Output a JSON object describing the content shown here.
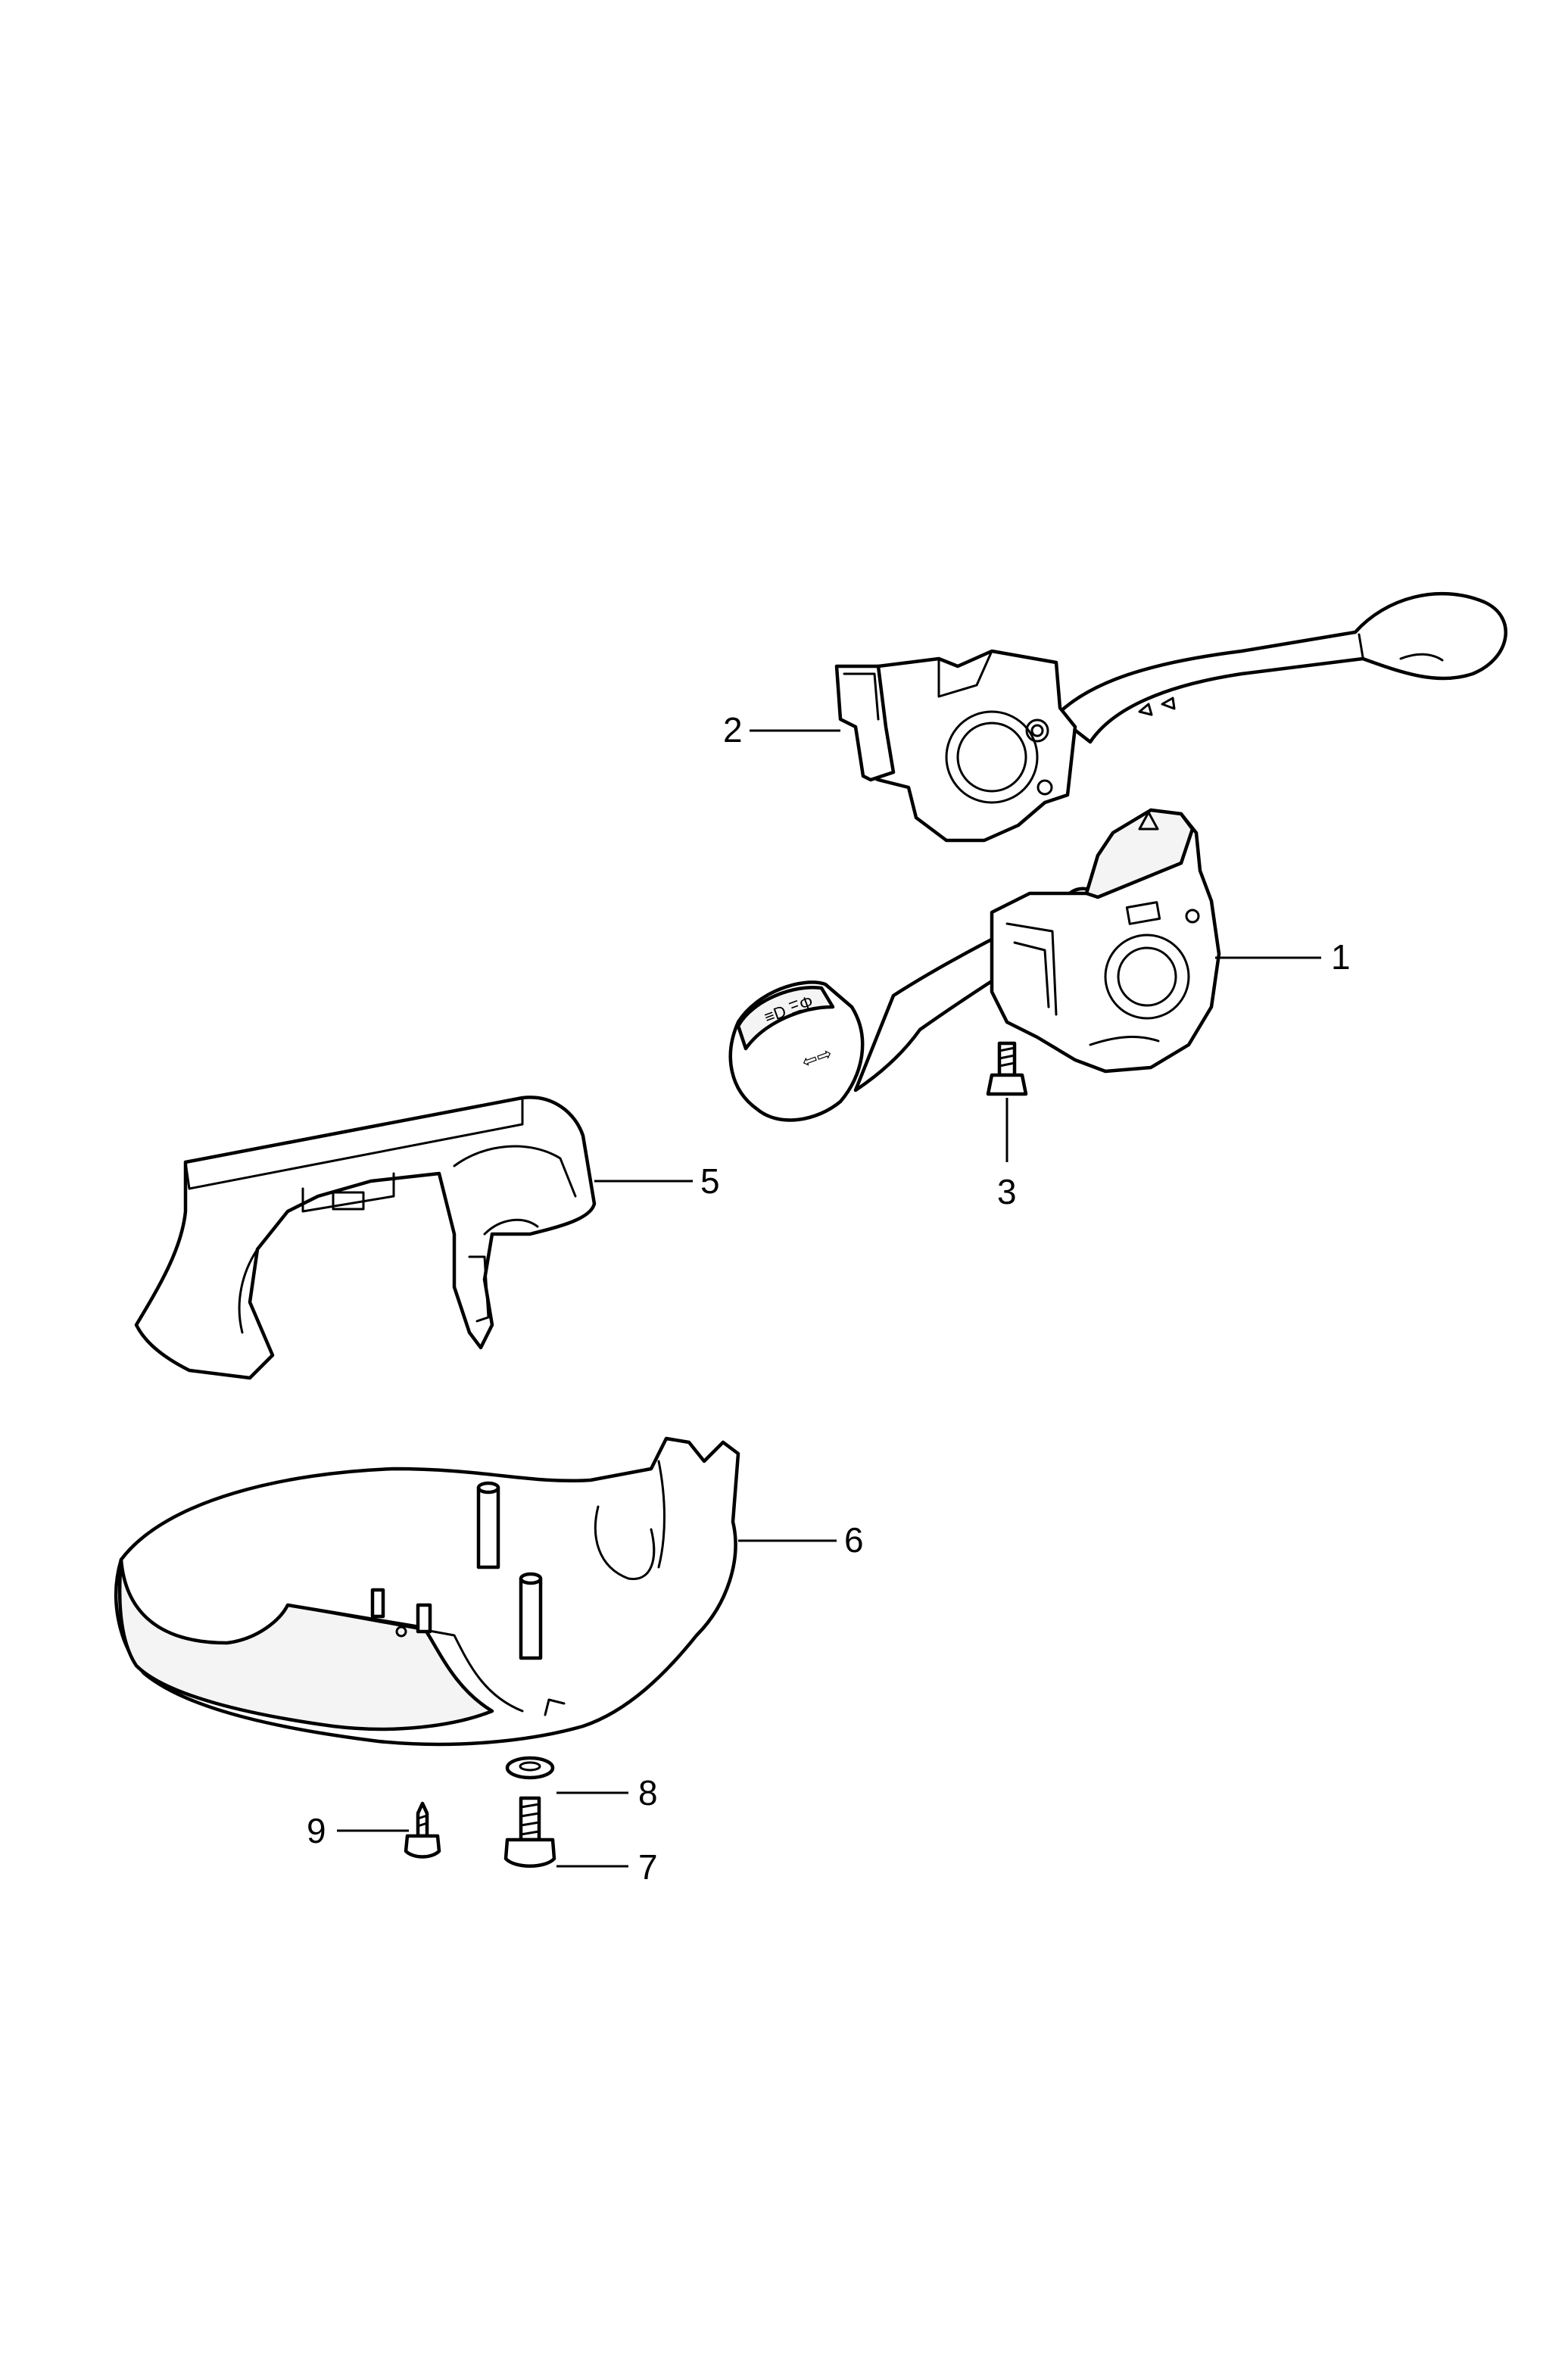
{
  "diagram": {
    "callouts": [
      {
        "id": "1",
        "label": "1"
      },
      {
        "id": "2",
        "label": "2"
      },
      {
        "id": "3",
        "label": "3"
      },
      {
        "id": "5",
        "label": "5"
      },
      {
        "id": "6",
        "label": "6"
      },
      {
        "id": "7",
        "label": "7"
      },
      {
        "id": "8",
        "label": "8"
      },
      {
        "id": "9",
        "label": "9"
      }
    ]
  }
}
